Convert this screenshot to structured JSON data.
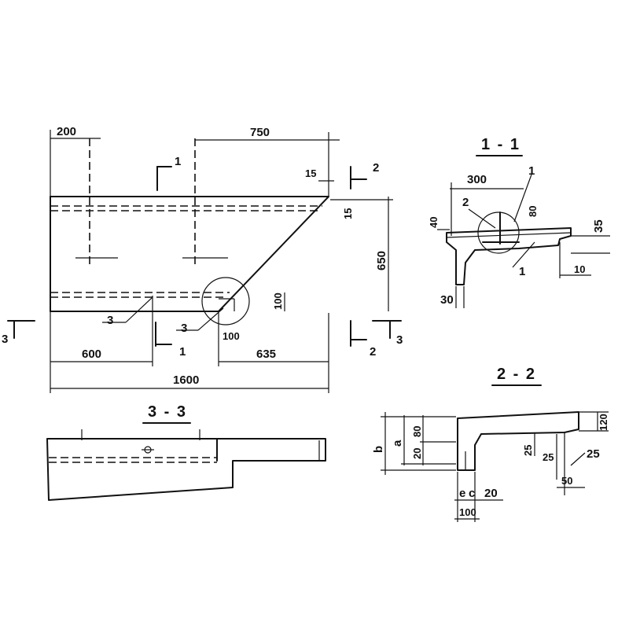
{
  "plan": {
    "dims": {
      "top_left": "200",
      "top_right": "750",
      "corner": "15",
      "corner_v": "15",
      "height": "650",
      "notch": "100",
      "notch_w": "100",
      "bottom_left": "600",
      "bottom_right": "635",
      "total": "1600"
    },
    "markers": {
      "one": "1",
      "two": "2",
      "three": "3"
    }
  },
  "section_1_1": {
    "title": "1 - 1",
    "dims": {
      "width": "300",
      "left": "40",
      "top": "80",
      "right": "35",
      "web": "10",
      "base": "30"
    },
    "callouts": {
      "a": "1",
      "b": "2",
      "c": "1"
    }
  },
  "section_2_2": {
    "title": "2 - 2",
    "dims": {
      "b": "b",
      "a": "a",
      "d80": "80",
      "d20": "20",
      "d120": "120",
      "d25a": "25",
      "d25b": "25",
      "d25c": "25",
      "d50": "50",
      "e": "e",
      "c": "c",
      "d20b": "20",
      "d100": "100"
    }
  },
  "section_3_3": {
    "title": "3 - 3"
  }
}
